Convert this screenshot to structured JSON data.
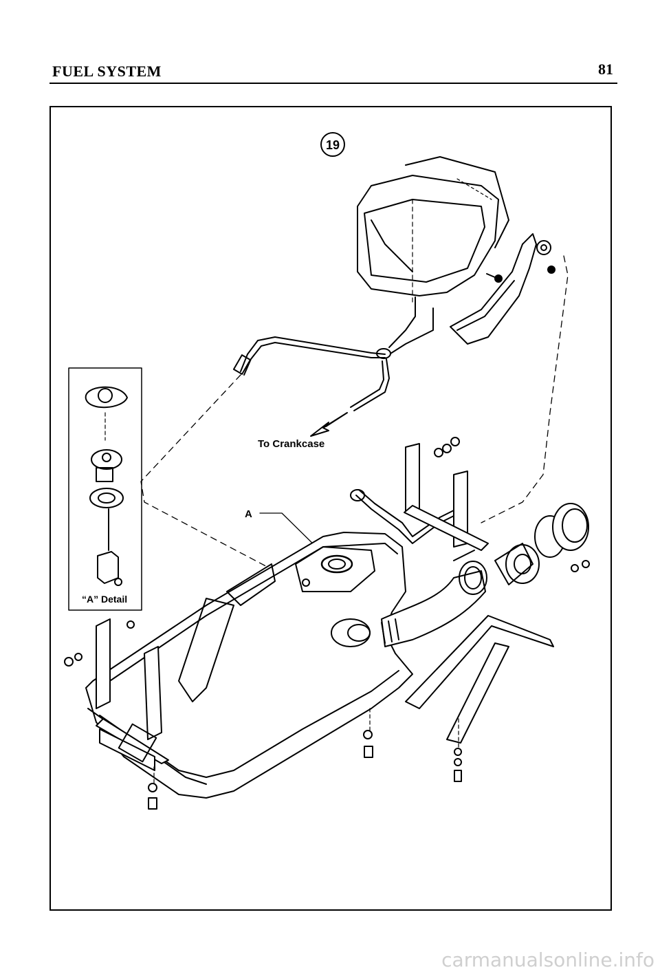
{
  "header": {
    "section_title": "FUEL SYSTEM",
    "page_number": "81"
  },
  "figure": {
    "number": "19",
    "labels": {
      "to_crankcase": "To Crankcase",
      "detail_marker": "A",
      "detail_caption": "“A” Detail"
    }
  },
  "footer": {
    "watermark": "carmanualsonline.info"
  }
}
